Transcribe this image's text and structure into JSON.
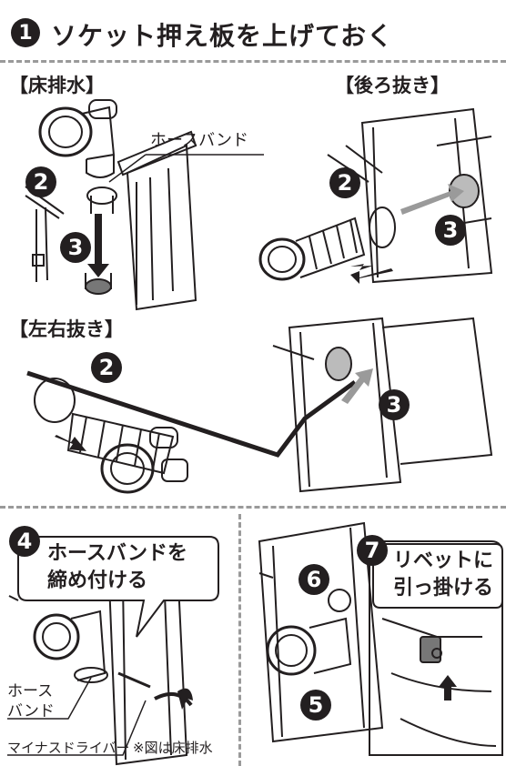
{
  "header": {
    "step_number": "1",
    "title": "ソケット押え板を上げておく"
  },
  "sections": {
    "floor": {
      "label": "【床排水】"
    },
    "rear": {
      "label": "【後ろ抜き】"
    },
    "side": {
      "label": "【左右抜き】"
    }
  },
  "labels": {
    "hose_band": "ホースバンド",
    "hose_band_split_1": "ホース",
    "hose_band_split_2": "バンド",
    "screwdriver": "マイナスドライバー",
    "note": "※図は床排水"
  },
  "steps": {
    "s2": "2",
    "s3": "3",
    "s4": "4",
    "s5": "5",
    "s6": "6",
    "s7": "7"
  },
  "callouts": {
    "tighten_line1": "ホースバンドを",
    "tighten_line2": "締め付ける",
    "hook_line1": "リベットに",
    "hook_line2": "引っ掛ける"
  }
}
